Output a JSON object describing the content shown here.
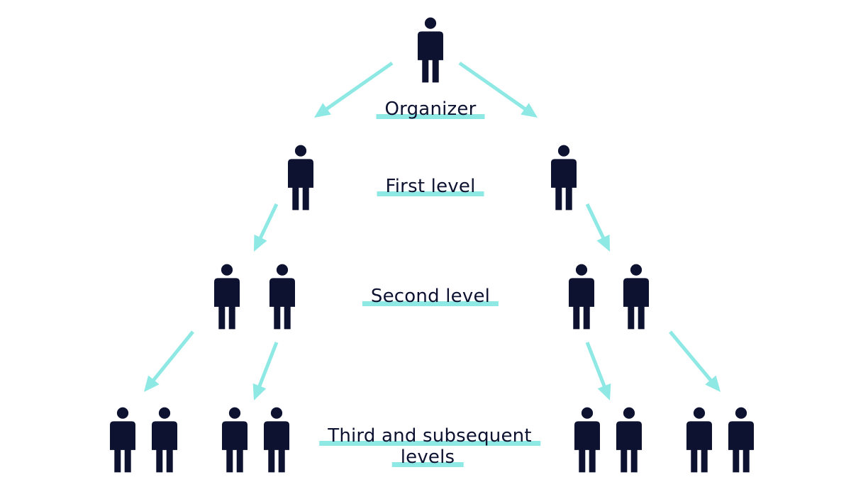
{
  "colors": {
    "person": "#0d1230",
    "arrow": "#8ee8e4",
    "highlight": "#8ee8e4",
    "text": "#0d1230",
    "background": "#ffffff"
  },
  "diagram": {
    "labels": {
      "organizer": "Organizer",
      "first_level": "First level",
      "second_level": "Second level",
      "third_level_line1": "Third and subsequent",
      "third_level_line2": "levels"
    },
    "levels": [
      {
        "name": "organizer",
        "people": 1
      },
      {
        "name": "first_level",
        "people": 2
      },
      {
        "name": "second_level",
        "people": 4
      },
      {
        "name": "third_level",
        "people": 8
      }
    ],
    "icon": "person-icon"
  }
}
